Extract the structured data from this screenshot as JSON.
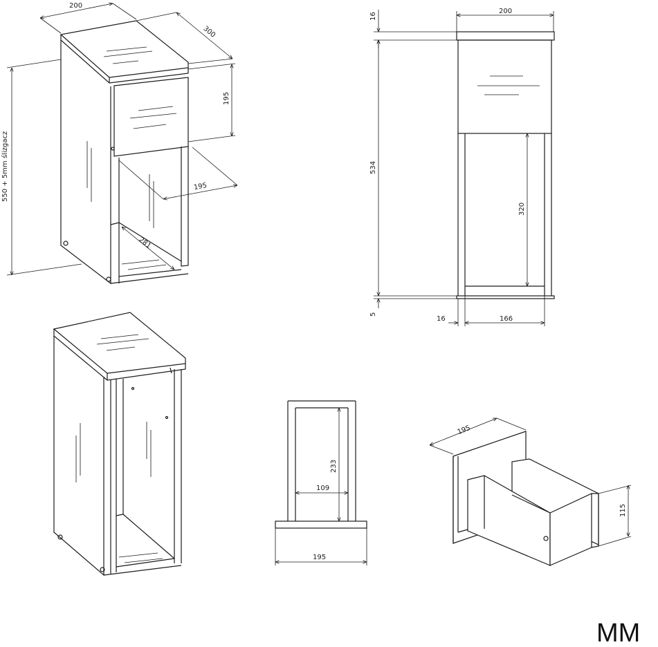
{
  "views": {
    "iso_top": {
      "width": "200",
      "depth": "300",
      "total_height": "550 + 5mm ślizgacz",
      "drawer_height": "195",
      "inner_width": "195",
      "inner_depth": "281"
    },
    "front": {
      "top_thickness": "16",
      "width": "200",
      "height": "534",
      "opening_height": "320",
      "slide": "5",
      "side_thickness": "16",
      "inner_width": "166"
    },
    "drawer_front_view": {
      "height": "233",
      "inner_width": "109",
      "width": "195"
    },
    "drawer_iso": {
      "width": "195",
      "height": "115"
    }
  },
  "unit_label": "MM"
}
